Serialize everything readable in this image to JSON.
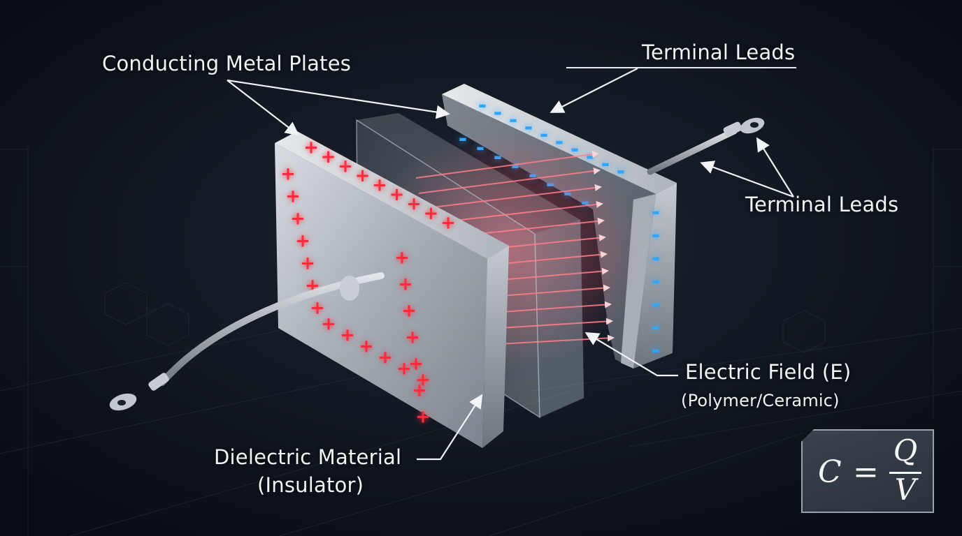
{
  "labels": {
    "conducting_plates": "Conducting Metal Plates",
    "terminal_leads_top": "Terminal Leads",
    "terminal_leads_right": "Terminal Leads",
    "electric_field": "Electric Field (E)",
    "electric_field_sub": "(Polymer/Ceramic)",
    "dielectric": "Dielectric Material",
    "dielectric_sub": "(Insulator)"
  },
  "formula": {
    "lhs": "C",
    "equals": "=",
    "numerator": "Q",
    "denominator": "V"
  },
  "symbols": {
    "positive": "+",
    "negative": "-"
  },
  "colors": {
    "background": "#0d121a",
    "positive_charge": "#ff2a3c",
    "negative_charge": "#2fa6ff",
    "field_arrow": "#ff7f8a",
    "metal": "#b8bec6"
  },
  "icons": {
    "positive_plate": "positive-plate-icon",
    "negative_plate": "negative-plate-icon",
    "dielectric_slab": "dielectric-slab-icon",
    "terminal_lug": "terminal-lug-icon"
  }
}
